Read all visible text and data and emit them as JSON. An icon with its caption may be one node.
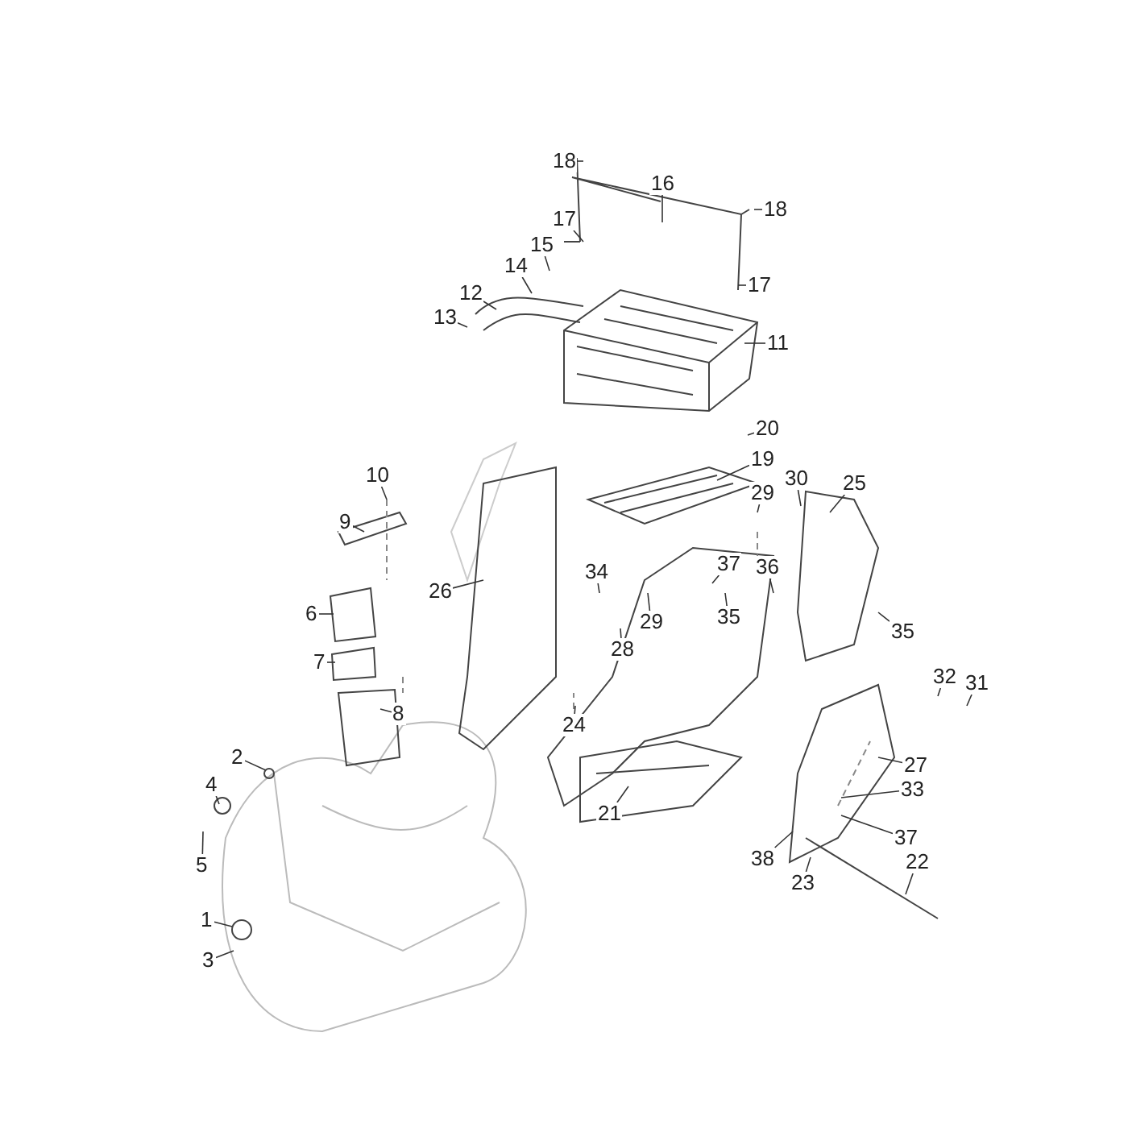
{
  "diagram": {
    "nodes": [
      {
        "text": [
          "18"
        ]
      },
      {
        "text": [
          "16"
        ]
      },
      {
        "text": [
          "18"
        ]
      },
      {
        "text": [
          "17"
        ]
      },
      {
        "text": [
          "15"
        ]
      },
      {
        "text": [
          "17"
        ]
      },
      {
        "text": [
          "14"
        ]
      },
      {
        "text": [
          "12"
        ]
      },
      {
        "text": [
          "13"
        ]
      },
      {
        "text": [
          "11"
        ]
      },
      {
        "text": [
          "20"
        ]
      },
      {
        "text": [
          "10"
        ]
      },
      {
        "text": [
          "19"
        ]
      },
      {
        "text": [
          "30"
        ]
      },
      {
        "text": [
          "29"
        ]
      },
      {
        "text": [
          "25"
        ]
      },
      {
        "text": [
          "9"
        ]
      },
      {
        "text": [
          "37"
        ]
      },
      {
        "text": [
          "36"
        ]
      },
      {
        "text": [
          "34"
        ]
      },
      {
        "text": [
          "26"
        ]
      },
      {
        "text": [
          "6"
        ]
      },
      {
        "text": [
          "29"
        ]
      },
      {
        "text": [
          "35"
        ]
      },
      {
        "text": [
          "35"
        ]
      },
      {
        "text": [
          "28"
        ]
      },
      {
        "text": [
          "7"
        ]
      },
      {
        "text": [
          "32"
        ]
      },
      {
        "text": [
          "31"
        ]
      },
      {
        "text": [
          "8"
        ]
      },
      {
        "text": [
          "24"
        ]
      },
      {
        "text": [
          "27"
        ]
      },
      {
        "text": [
          "2"
        ]
      },
      {
        "text": [
          "4"
        ]
      },
      {
        "text": [
          "33"
        ]
      },
      {
        "text": [
          "21"
        ]
      },
      {
        "text": [
          "37"
        ]
      },
      {
        "text": [
          "5"
        ]
      },
      {
        "text": [
          "38"
        ]
      },
      {
        "text": [
          "22"
        ]
      },
      {
        "text": [
          "23"
        ]
      },
      {
        "text": [
          "1"
        ]
      },
      {
        "text": [
          "3"
        ]
      }
    ],
    "edges": [
      {
        "from": 0,
        "to": null,
        "arrow": "none"
      },
      {
        "from": 1,
        "to": null,
        "arrow": "none"
      },
      {
        "from": 2,
        "to": null,
        "arrow": "none"
      },
      {
        "from": 3,
        "to": null,
        "arrow": "none"
      },
      {
        "from": 4,
        "to": null,
        "arrow": "none"
      },
      {
        "from": 5,
        "to": null,
        "arrow": "none"
      },
      {
        "from": 6,
        "to": null,
        "arrow": "none"
      },
      {
        "from": 7,
        "to": null,
        "arrow": "none"
      },
      {
        "from": 8,
        "to": null,
        "arrow": "none"
      },
      {
        "from": 9,
        "to": null,
        "arrow": "none"
      },
      {
        "from": 10,
        "to": null,
        "arrow": "none"
      },
      {
        "from": 11,
        "to": null,
        "arrow": "none"
      },
      {
        "from": 12,
        "to": null,
        "arrow": "none"
      },
      {
        "from": 13,
        "to": null,
        "arrow": "none"
      },
      {
        "from": 14,
        "to": null,
        "arrow": "none"
      },
      {
        "from": 15,
        "to": null,
        "arrow": "none"
      },
      {
        "from": 16,
        "to": null,
        "arrow": "none"
      },
      {
        "from": 17,
        "to": null,
        "arrow": "none"
      },
      {
        "from": 18,
        "to": null,
        "arrow": "none"
      },
      {
        "from": 19,
        "to": null,
        "arrow": "none"
      },
      {
        "from": 20,
        "to": null,
        "arrow": "none"
      },
      {
        "from": 21,
        "to": null,
        "arrow": "none"
      },
      {
        "from": 22,
        "to": null,
        "arrow": "none"
      },
      {
        "from": 23,
        "to": null,
        "arrow": "none"
      },
      {
        "from": 24,
        "to": null,
        "arrow": "none"
      },
      {
        "from": 25,
        "to": null,
        "arrow": "none"
      },
      {
        "from": 26,
        "to": null,
        "arrow": "none"
      },
      {
        "from": 27,
        "to": null,
        "arrow": "none"
      },
      {
        "from": 28,
        "to": null,
        "arrow": "none"
      },
      {
        "from": 29,
        "to": null,
        "arrow": "none"
      },
      {
        "from": 30,
        "to": null,
        "arrow": "none"
      },
      {
        "from": 31,
        "to": null,
        "arrow": "none"
      },
      {
        "from": 32,
        "to": null,
        "arrow": "none"
      },
      {
        "from": 33,
        "to": null,
        "arrow": "none"
      },
      {
        "from": 34,
        "to": null,
        "arrow": "none"
      },
      {
        "from": 35,
        "to": null,
        "arrow": "none"
      },
      {
        "from": 36,
        "to": null,
        "arrow": "none"
      },
      {
        "from": 37,
        "to": null,
        "arrow": "none"
      },
      {
        "from": 38,
        "to": null,
        "arrow": "none"
      },
      {
        "from": 39,
        "to": null,
        "arrow": "none"
      },
      {
        "from": 40,
        "to": null,
        "arrow": "none"
      },
      {
        "from": 41,
        "to": null,
        "arrow": "none"
      },
      {
        "from": 42,
        "to": null,
        "arrow": "none"
      }
    ]
  }
}
